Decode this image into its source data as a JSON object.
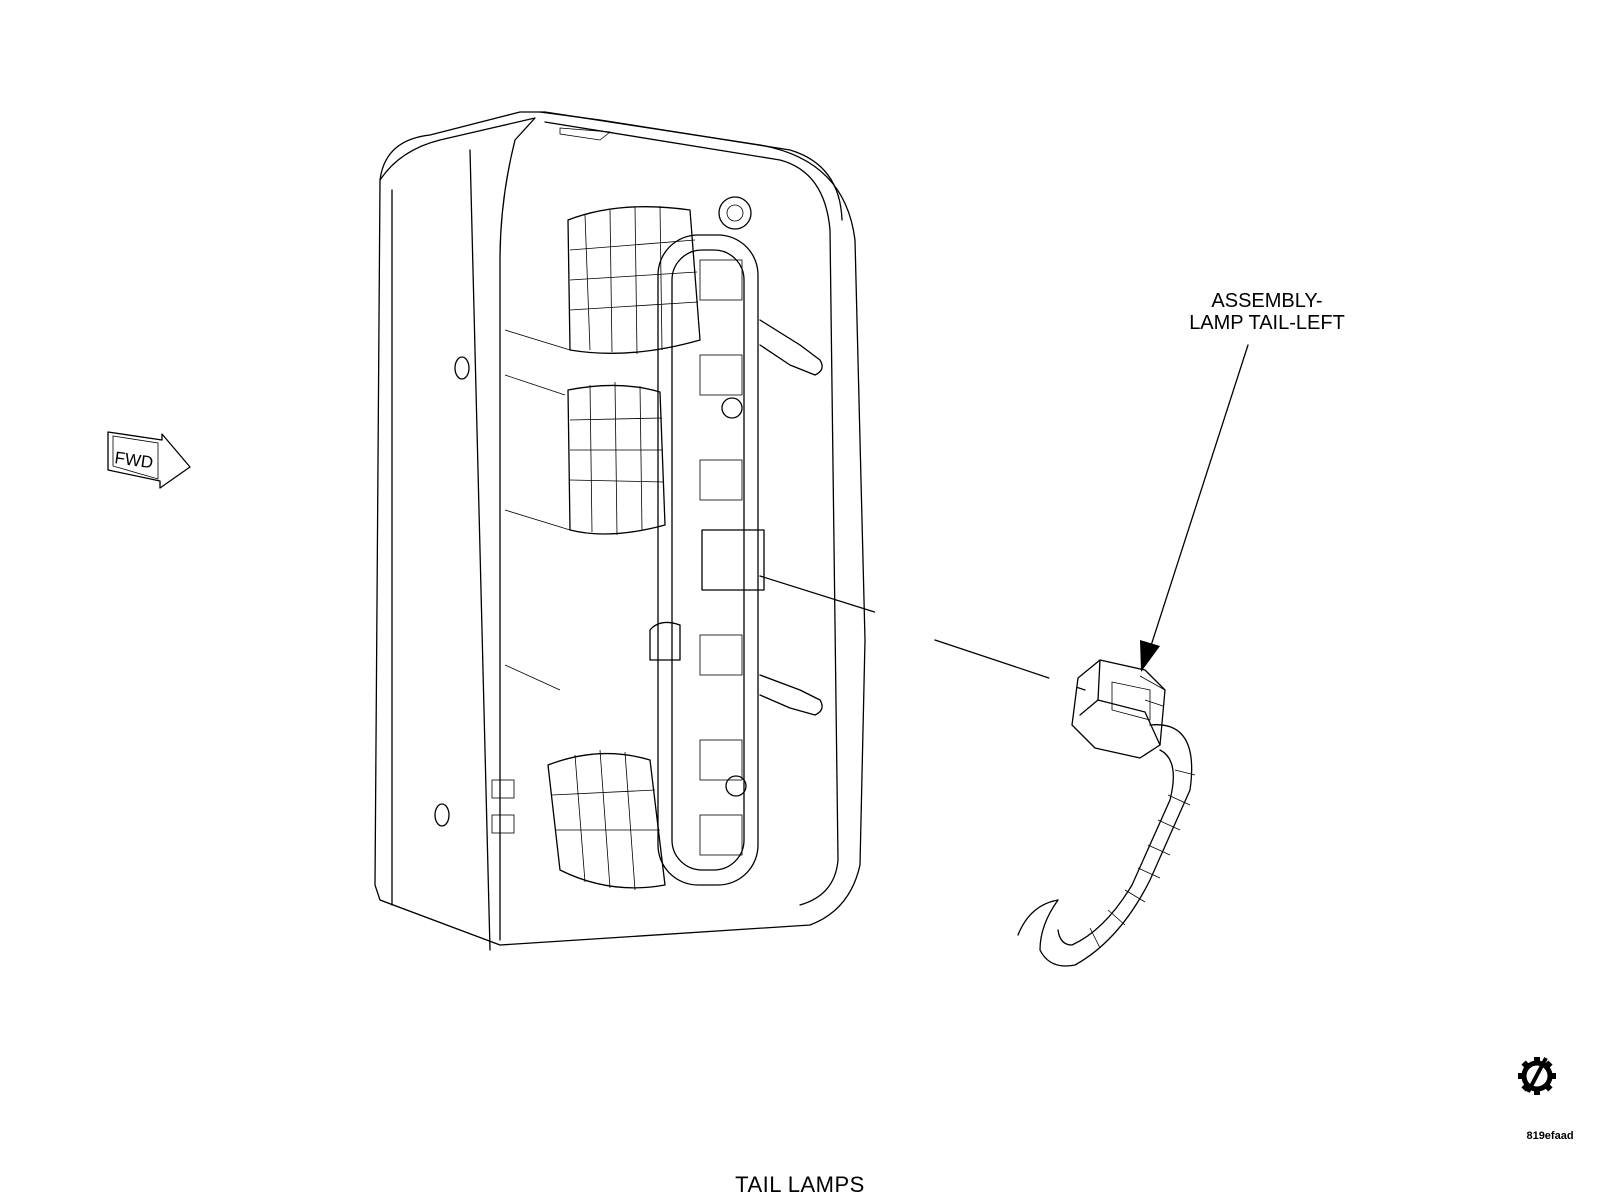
{
  "figure": {
    "caption": "TAIL LAMPS",
    "figure_id": "819efaad",
    "direction_label": "FWD",
    "callouts": [
      {
        "label": "ASSEMBLY-\nLAMP TAIL-LEFT"
      }
    ],
    "icons": {
      "direction": "fwd-arrow-icon",
      "part_marker": "gear-part-icon"
    }
  }
}
